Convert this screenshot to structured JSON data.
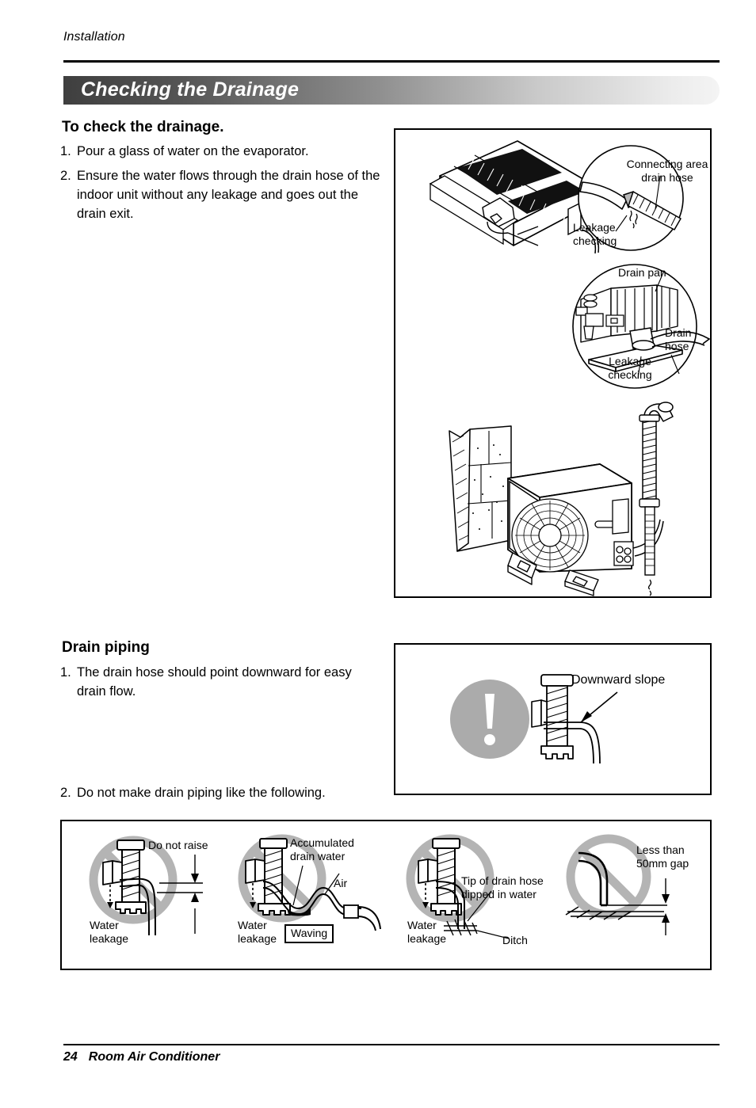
{
  "header": {
    "section_label": "Installation",
    "banner_title": "Checking the Drainage"
  },
  "check_section": {
    "title": "To check the drainage.",
    "steps": [
      {
        "num": "1.",
        "text": "Pour a glass of water on the evaporator."
      },
      {
        "num": "2.",
        "text": "Ensure the water flows through the drain hose of the indoor unit without any leakage and goes out the drain exit."
      }
    ]
  },
  "check_figure": {
    "labels": {
      "connecting_area": "Connecting area\ndrain hose",
      "leakage_checking_top": "Leakage\nchecking",
      "drain_pan": "Drain pan",
      "drain_hose": "Drain\nhose",
      "leakage_checking_bottom": "Leakage\nchecking"
    }
  },
  "drain_piping": {
    "title": "Drain piping",
    "steps": [
      {
        "num": "1.",
        "text": "The drain hose should point downward for easy drain flow."
      },
      {
        "num": "2.",
        "text": "Do not make drain piping like the following."
      }
    ]
  },
  "slope_figure": {
    "label": "Downward slope",
    "icon": "exclamation-mark-icon",
    "icon_color": "#ababab"
  },
  "bad_examples": {
    "prohibition_color": "#b4b4b4",
    "items": [
      {
        "id": "do-not-raise",
        "labels": [
          {
            "name": "do-not-raise",
            "text": "Do not raise"
          },
          {
            "name": "water-leakage",
            "text": "Water\nleakage"
          }
        ]
      },
      {
        "id": "waving",
        "labels": [
          {
            "name": "accumulated-drain-water",
            "text": "Accumulated\ndrain water"
          },
          {
            "name": "air",
            "text": "Air"
          },
          {
            "name": "water-leakage",
            "text": "Water\nleakage"
          },
          {
            "name": "waving",
            "text": "Waving"
          }
        ]
      },
      {
        "id": "tip-dipped",
        "labels": [
          {
            "name": "tip-of-drain-hose-dipped",
            "text": "Tip of drain hose\ndipped in water"
          },
          {
            "name": "water-leakage",
            "text": "Water\nleakage"
          },
          {
            "name": "ditch",
            "text": "Ditch"
          }
        ]
      },
      {
        "id": "less-than-50mm",
        "labels": [
          {
            "name": "less-than-50mm-gap",
            "text": "Less than\n50mm gap"
          }
        ]
      }
    ]
  },
  "footer": {
    "page_number": "24",
    "product_name": "Room Air Conditioner"
  }
}
